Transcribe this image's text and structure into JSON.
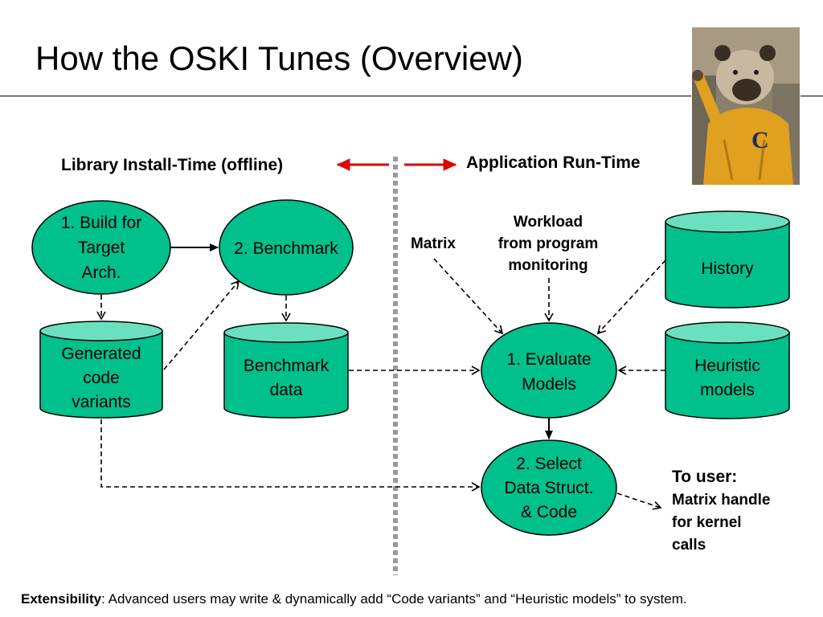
{
  "slide": {
    "title": "How the OSKI Tunes (Overview)"
  },
  "headers": {
    "install_time": "Library Install-Time (offline)",
    "run_time": "Application Run-Time"
  },
  "nodes": {
    "build": [
      "1. Build for",
      "Target",
      "Arch."
    ],
    "benchmark": [
      "2. Benchmark"
    ],
    "generated": [
      "Generated",
      "code",
      "variants"
    ],
    "benchmark_data": [
      "Benchmark",
      "data"
    ],
    "evaluate": [
      "1. Evaluate",
      "Models"
    ],
    "select": [
      "2. Select",
      "Data Struct.",
      "& Code"
    ],
    "history": [
      "History"
    ],
    "heuristic": [
      "Heuristic",
      "models"
    ]
  },
  "inputs": {
    "matrix": "Matrix",
    "workload": [
      "Workload",
      "from program",
      "monitoring"
    ]
  },
  "output": {
    "to_user": "To user:",
    "handle": [
      "Matrix handle",
      "for kernel",
      "calls"
    ]
  },
  "footer": {
    "label": "Extensibility",
    "text": ": Advanced users may write & dynamically add “Code variants” and “Heuristic models” to system."
  },
  "colors": {
    "node_fill": "#00c08b",
    "cylinder_top": "#6be0c0",
    "red_arrow": "#e00000",
    "divider": "#9a9a9a"
  }
}
